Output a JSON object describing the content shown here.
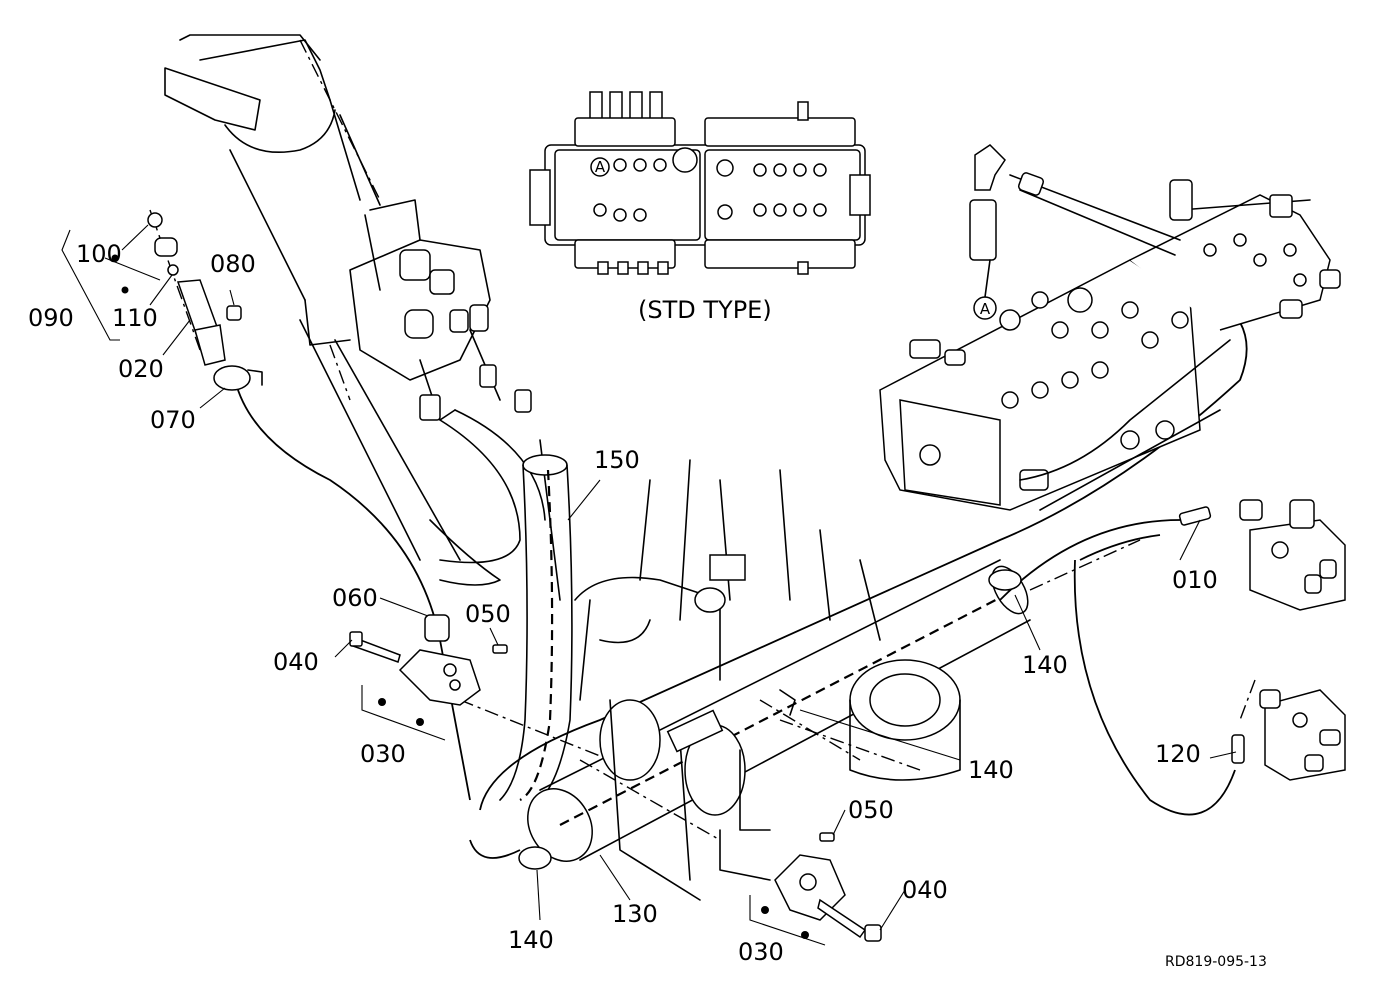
{
  "diagram": {
    "std_type_label": "(STD TYPE)",
    "drawing_code": "RD819-095-13",
    "port_marker": "A",
    "callouts": {
      "p010": "010",
      "p020": "020",
      "p030a": "030",
      "p030b": "030",
      "p040a": "040",
      "p040b": "040",
      "p050a": "050",
      "p050b": "050",
      "p060": "060",
      "p070": "070",
      "p080": "080",
      "p090": "090",
      "p100": "100",
      "p110": "110",
      "p120": "120",
      "p130": "130",
      "p140a": "140",
      "p140b": "140",
      "p140c": "140",
      "p150": "150"
    }
  }
}
